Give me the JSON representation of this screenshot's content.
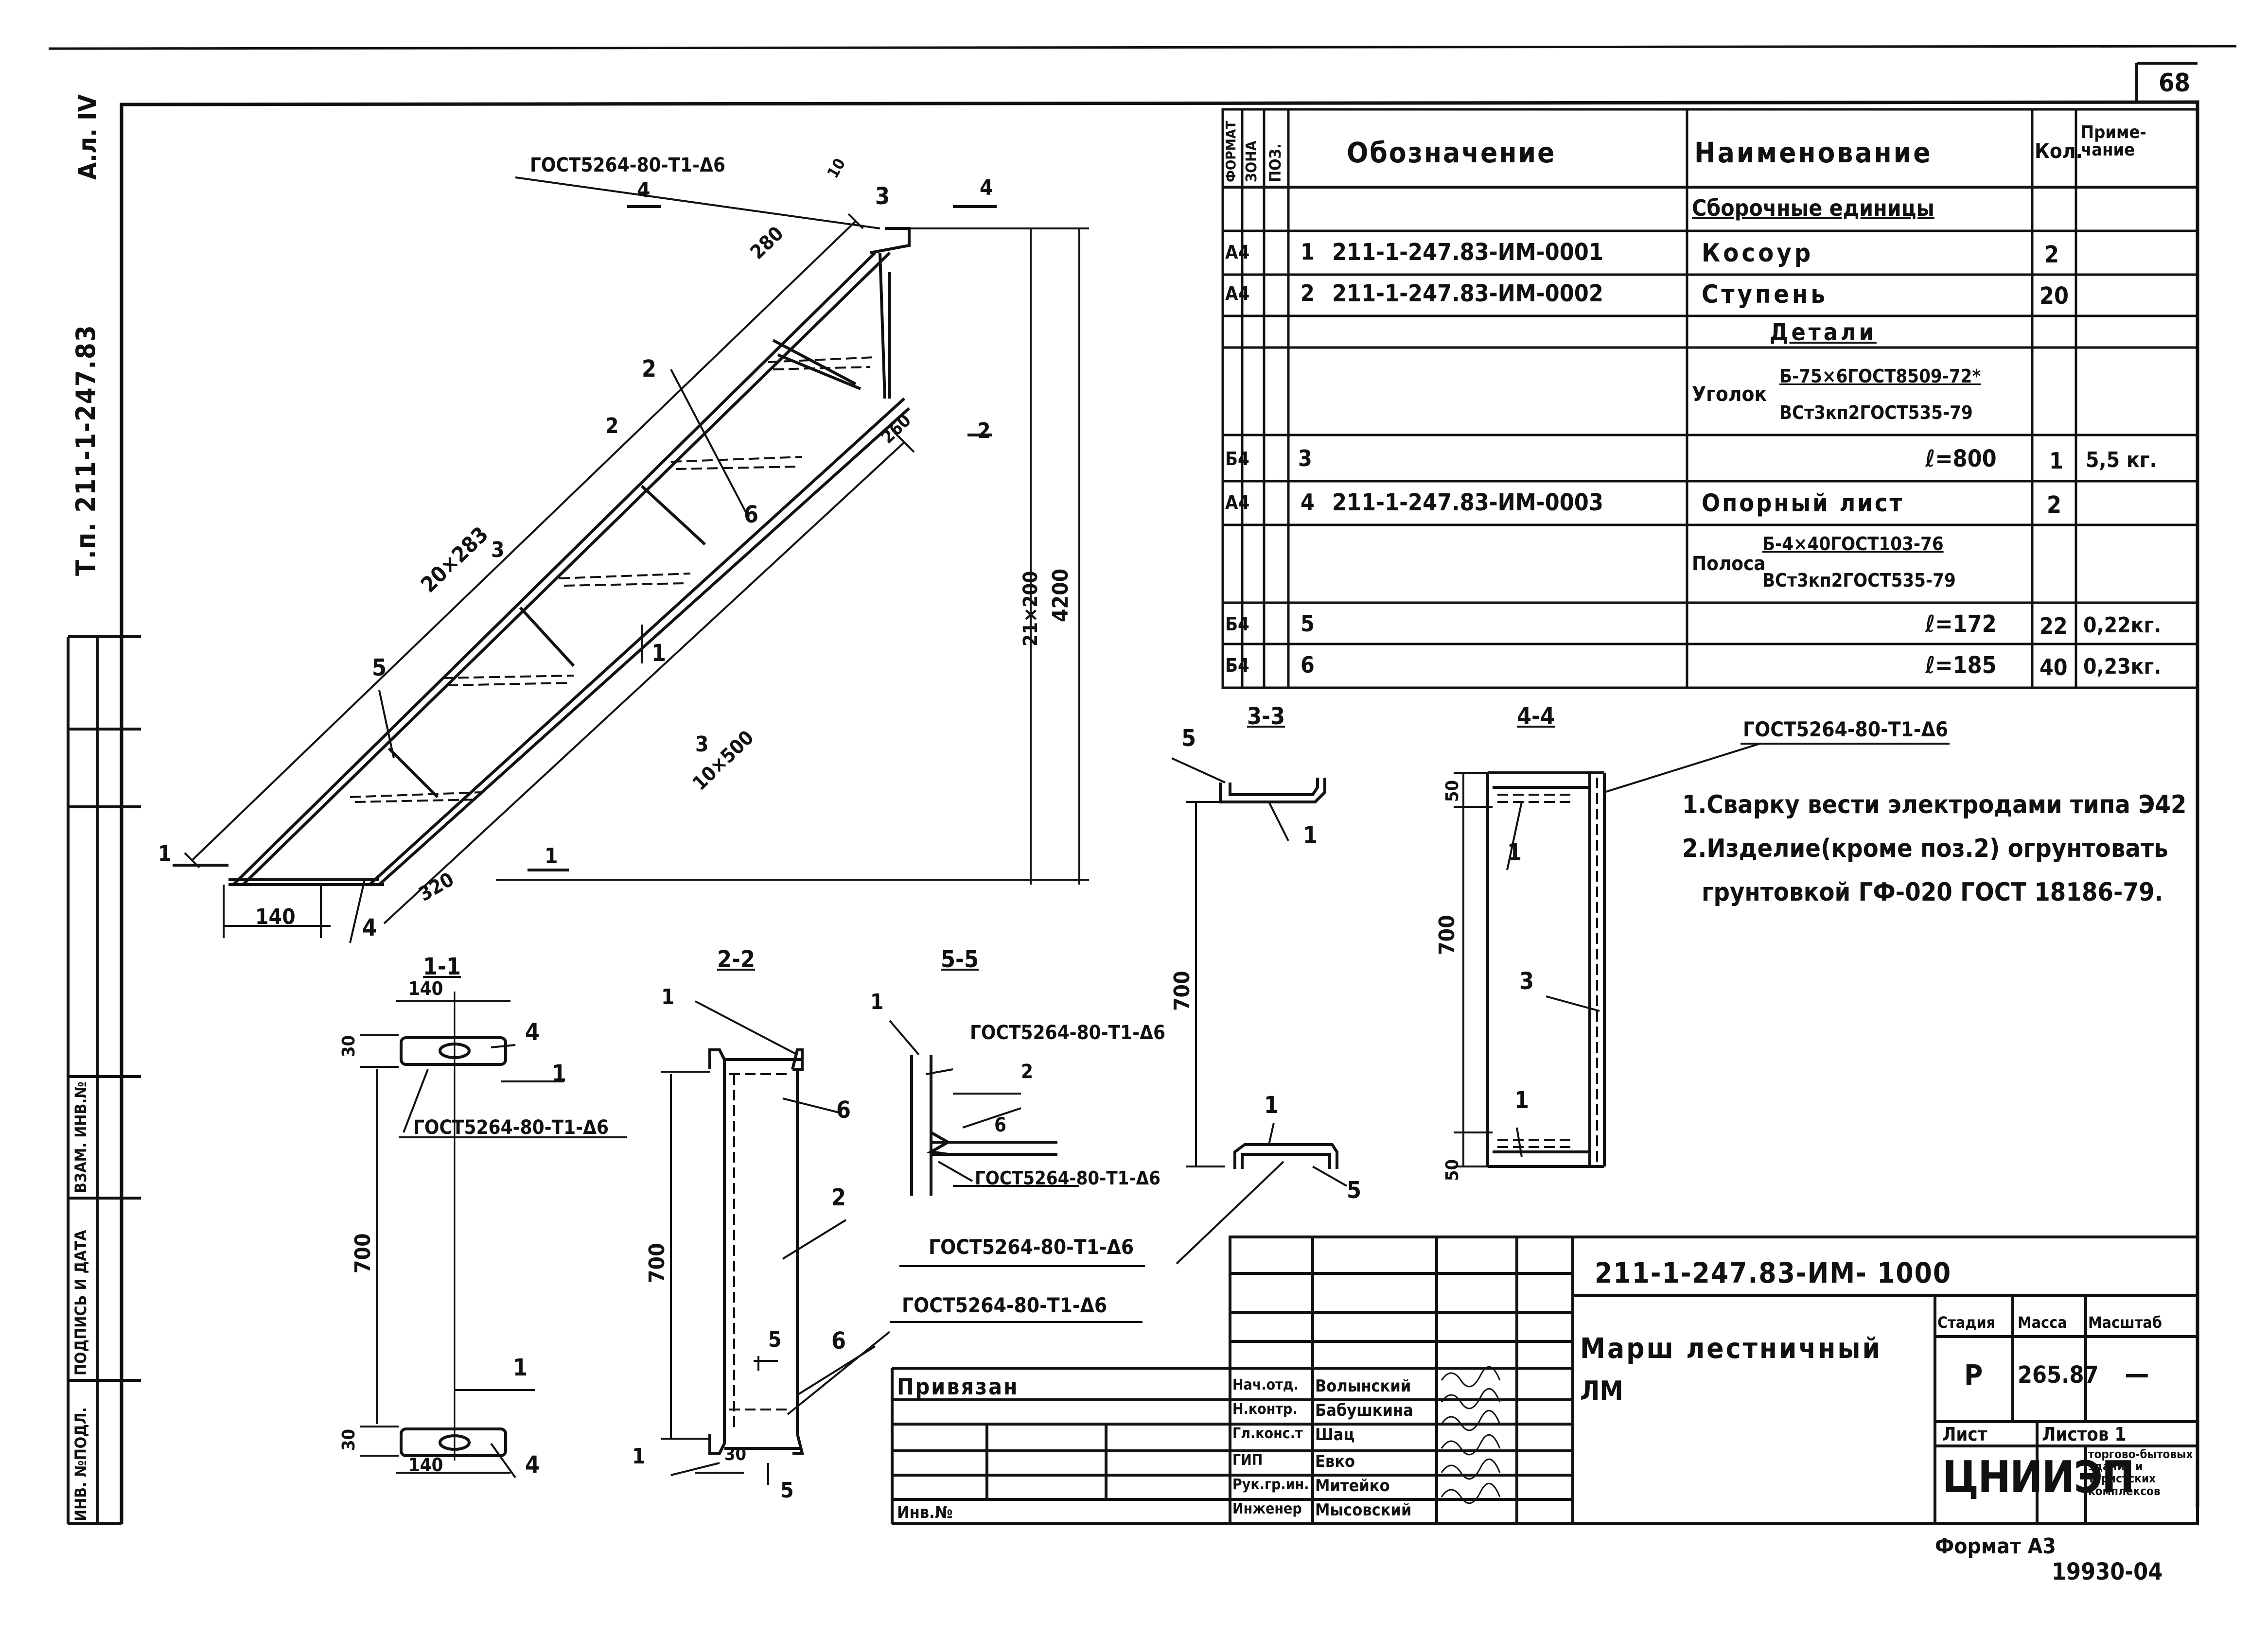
{
  "sheet_number": "68",
  "left_margin": {
    "album": "А.л. IV",
    "project": "Т.п. 211-1-247.83",
    "stamp_cols": [
      "ИНВ. №ПОДЛ.",
      "ПОДПИСЬ И ДАТА",
      "ВЗАМ. ИНВ.№"
    ]
  },
  "spec_table": {
    "headers": {
      "format": "ФОРМАТ",
      "zone": "ЗОНА",
      "pos": "ПОЗ.",
      "designation": "Обозначение",
      "name": "Наименование",
      "qty": "Кол.",
      "note": "Приме- чание"
    },
    "section_assemblies": "Сборочные единицы",
    "section_parts": "Детали",
    "rows": [
      {
        "format": "А4",
        "pos": "1",
        "designation": "211-1-247.83-ИМ-0001",
        "name": "Косоур",
        "qty": "2",
        "note": ""
      },
      {
        "format": "А4",
        "pos": "2",
        "designation": "211-1-247.83-ИМ-0002",
        "name": "Ступень",
        "qty": "20",
        "note": ""
      }
    ],
    "angle_label": "Уголок",
    "angle_num": "Б-75×6ГОСТ8509-72*",
    "angle_den": "ВСт3кп2ГОСТ535-79",
    "row3": {
      "format": "Б4",
      "pos": "3",
      "length": "ℓ=800",
      "qty": "1",
      "note": "5,5 кг."
    },
    "row4": {
      "format": "А4",
      "pos": "4",
      "designation": "211-1-247.83-ИМ-0003",
      "name": "Опорный лист",
      "qty": "2"
    },
    "strip_label": "Полоса",
    "strip_num": "Б-4×40ГОСТ103-76",
    "strip_den": "ВСт3кп2ГОСТ535-79",
    "row5": {
      "format": "Б4",
      "pos": "5",
      "length": "ℓ=172",
      "qty": "22",
      "note": "0,22кг."
    },
    "row6": {
      "format": "Б4",
      "pos": "6",
      "length": "ℓ=185",
      "qty": "40",
      "note": "0,23кг."
    }
  },
  "notes": [
    "1.Сварку вести электродами типа Э42",
    "2.Изделие(кроме поз.2) огрунтовать",
    "грунтовкой ГФ-020 ГОСТ 18186-79."
  ],
  "main_view": {
    "weld": "ГОСТ5264-80-Т1-Δ6",
    "dims": {
      "d10": "10",
      "d280": "280",
      "d20x283": "20×283",
      "d260": "260",
      "d10x500": "10×500",
      "d21x200": "21×200",
      "d4200": "4200",
      "d320": "320",
      "d140": "140"
    },
    "pos_labels": [
      "1",
      "2",
      "3",
      "4",
      "5",
      "6"
    ],
    "section_marks": {
      "s1": "1",
      "s2": "2",
      "s3": "3",
      "s4": "4"
    }
  },
  "sections": {
    "s11": {
      "title": "1-1",
      "d140": "140",
      "d30": "30",
      "d700": "700",
      "weld": "ГОСТ5264-80-Т1-Δ6"
    },
    "s22": {
      "title": "2-2",
      "d700": "700",
      "d30": "30",
      "d5": "5"
    },
    "s55": {
      "title": "5-5",
      "weld1": "ГОСТ5264-80-Т1-Δ6",
      "weld2": "ГОСТ5264-80-Т1-Δ6"
    },
    "s33": {
      "title": "3-3",
      "d700": "700",
      "weld": "ГОСТ5264-80-Т1-Δ6"
    },
    "s44": {
      "title": "4-4",
      "d50a": "50",
      "d700": "700",
      "d50b": "50",
      "weld": "ГОСТ5264-80-Т1-Δ6"
    },
    "s_weld_bottom": "ГОСТ5264-80-Т1-Δ6"
  },
  "title_block": {
    "doc_code": "211-1-247.83-ИМ- 1000",
    "title": "Марш лестничный",
    "subtitle": "ЛМ",
    "bound": "Привязан",
    "inv": "Инв.№",
    "stage_h": "Стадия",
    "mass_h": "Масса",
    "scale_h": "Масштаб",
    "stage": "Р",
    "mass": "265.87",
    "scale": "—",
    "sheet_h": "Лист",
    "sheets_h": "Листов 1",
    "org": "ЦНИИЭП",
    "org_note": "торгово-бытовых зданий и туристских комплексов",
    "roles": [
      {
        "role": "Нач.отд.",
        "name": "Волынский"
      },
      {
        "role": "Н.контр.",
        "name": "Бабушкина"
      },
      {
        "role": "Гл.конс.т",
        "name": "Шац"
      },
      {
        "role": "ГИП",
        "name": "Евко"
      },
      {
        "role": "Рук.гр.ин.",
        "name": "Митейко"
      },
      {
        "role": "Инженер",
        "name": "Мысовский"
      }
    ],
    "format": "Формат А3",
    "archive": "19930-04"
  }
}
